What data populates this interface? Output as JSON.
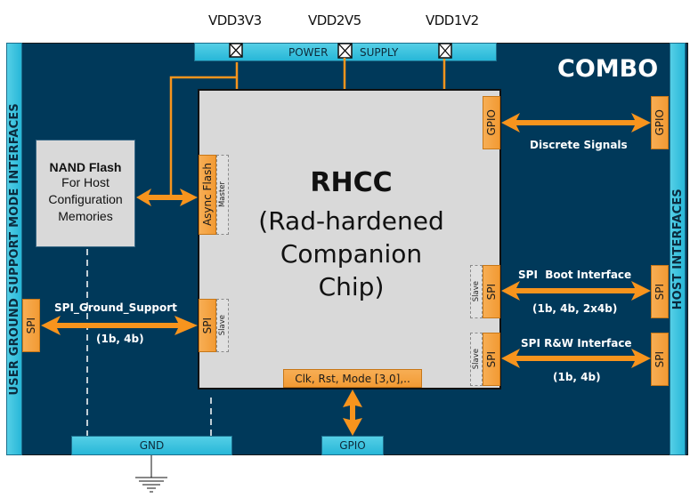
{
  "supply_labels": [
    "VDD3V3",
    "VDD2V5",
    "VDD1V2"
  ],
  "power_supply": {
    "left": "POWER",
    "right": "SUPPLY"
  },
  "combo_title": "COMBO",
  "left_side_label": "USER GROUND SUPPORT MODE INTERFACES",
  "right_side_label": "HOST INTERFACES",
  "nand": {
    "title": "NAND Flash",
    "lines": [
      "For Host",
      "Configuration",
      "Memories"
    ]
  },
  "chip": {
    "title": "RHCC",
    "subtitle_lines": [
      "(Rad-hardened",
      "Companion",
      "Chip)"
    ]
  },
  "ports": {
    "async_flash": "Async Flash",
    "master": "Master",
    "chip_spi_left": "SPI",
    "slave": "Slave",
    "chip_gpio": "GPIO",
    "chip_spi_boot": "SPI",
    "chip_spi_rw": "SPI",
    "control": "Clk, Rst, Mode [3,0],..",
    "ext_spi_ground": "SPI",
    "ext_gpio_host": "GPIO",
    "ext_spi_boot": "SPI",
    "ext_spi_rw": "SPI"
  },
  "links": {
    "ground_support": {
      "name": "SPI_Ground_Support",
      "modes": "(1b, 4b)"
    },
    "discrete": {
      "name": "Discrete Signals"
    },
    "boot": {
      "name": "SPI  Boot Interface",
      "modes": "(1b, 4b, 2x4b)"
    },
    "rw": {
      "name": "SPI R&W Interface",
      "modes": "(1b, 4b)"
    }
  },
  "bottom_bars": {
    "gnd": "GND",
    "gpio": "GPIO"
  },
  "colors": {
    "panel": "#00395a",
    "bus": "#27b7d8",
    "port": "#f29a33",
    "chip": "#d9d9d9",
    "arrow": "#f7941d"
  }
}
